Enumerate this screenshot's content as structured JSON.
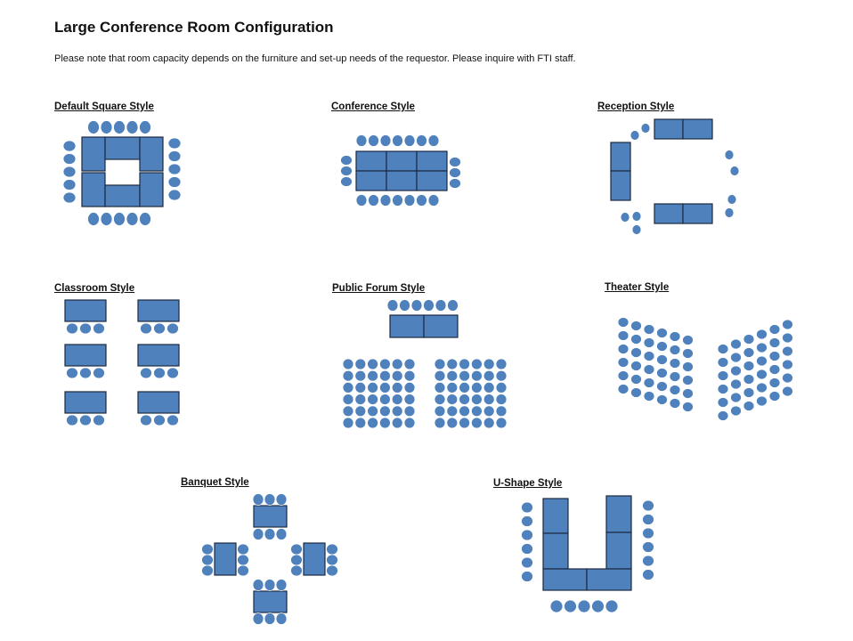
{
  "title": "Large Conference Room Configuration",
  "note": "Please note that room capacity depends on the furniture and set-up needs of the requestor.  Please inquire with FTI staff.",
  "colors": {
    "table_fill": "#4f81bd",
    "table_stroke": "#1b2a40",
    "chair_fill": "#4f81bd",
    "chair_stroke": "#ffffff"
  },
  "styles": [
    {
      "id": "default-square",
      "label": "Default Square Style"
    },
    {
      "id": "conference",
      "label": "Conference Style"
    },
    {
      "id": "reception",
      "label": "Reception Style"
    },
    {
      "id": "classroom",
      "label": "Classroom Style"
    },
    {
      "id": "public-forum",
      "label": "Public Forum Style"
    },
    {
      "id": "theater",
      "label": "Theater Style"
    },
    {
      "id": "banquet",
      "label": "Banquet Style"
    },
    {
      "id": "u-shape",
      "label": "U-Shape Style"
    }
  ]
}
